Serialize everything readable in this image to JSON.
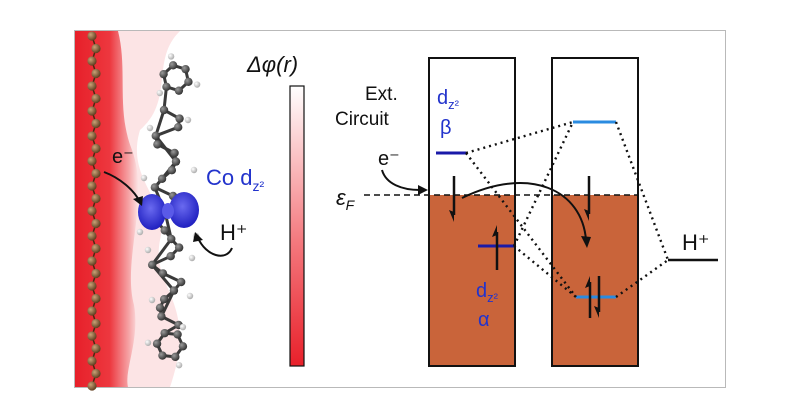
{
  "colors": {
    "electrode_red": "#e8202a",
    "density_blue": "#2f2fd8",
    "occupied_band": "#c9643a",
    "level_blue_dark": "#1a1aa8",
    "level_blue_light": "#2a8be0",
    "frame_border": "#b9b9b9",
    "text_blue": "#2233cc"
  },
  "labels": {
    "colorbar_title": "Δφ(r)",
    "electron_left": "e⁻",
    "co_dz2": "Co dz²",
    "proton_left": "H⁺",
    "ext_circuit_line1": "Ext.",
    "ext_circuit_line2": "Circuit",
    "electron_right": "e⁻",
    "fermi_level": "εF",
    "dz2_beta_line1": "dz²",
    "dz2_beta_line2": "β",
    "dz2_alpha_line1": "dz²",
    "dz2_alpha_line2": "α",
    "proton_right": "H⁺"
  }
}
